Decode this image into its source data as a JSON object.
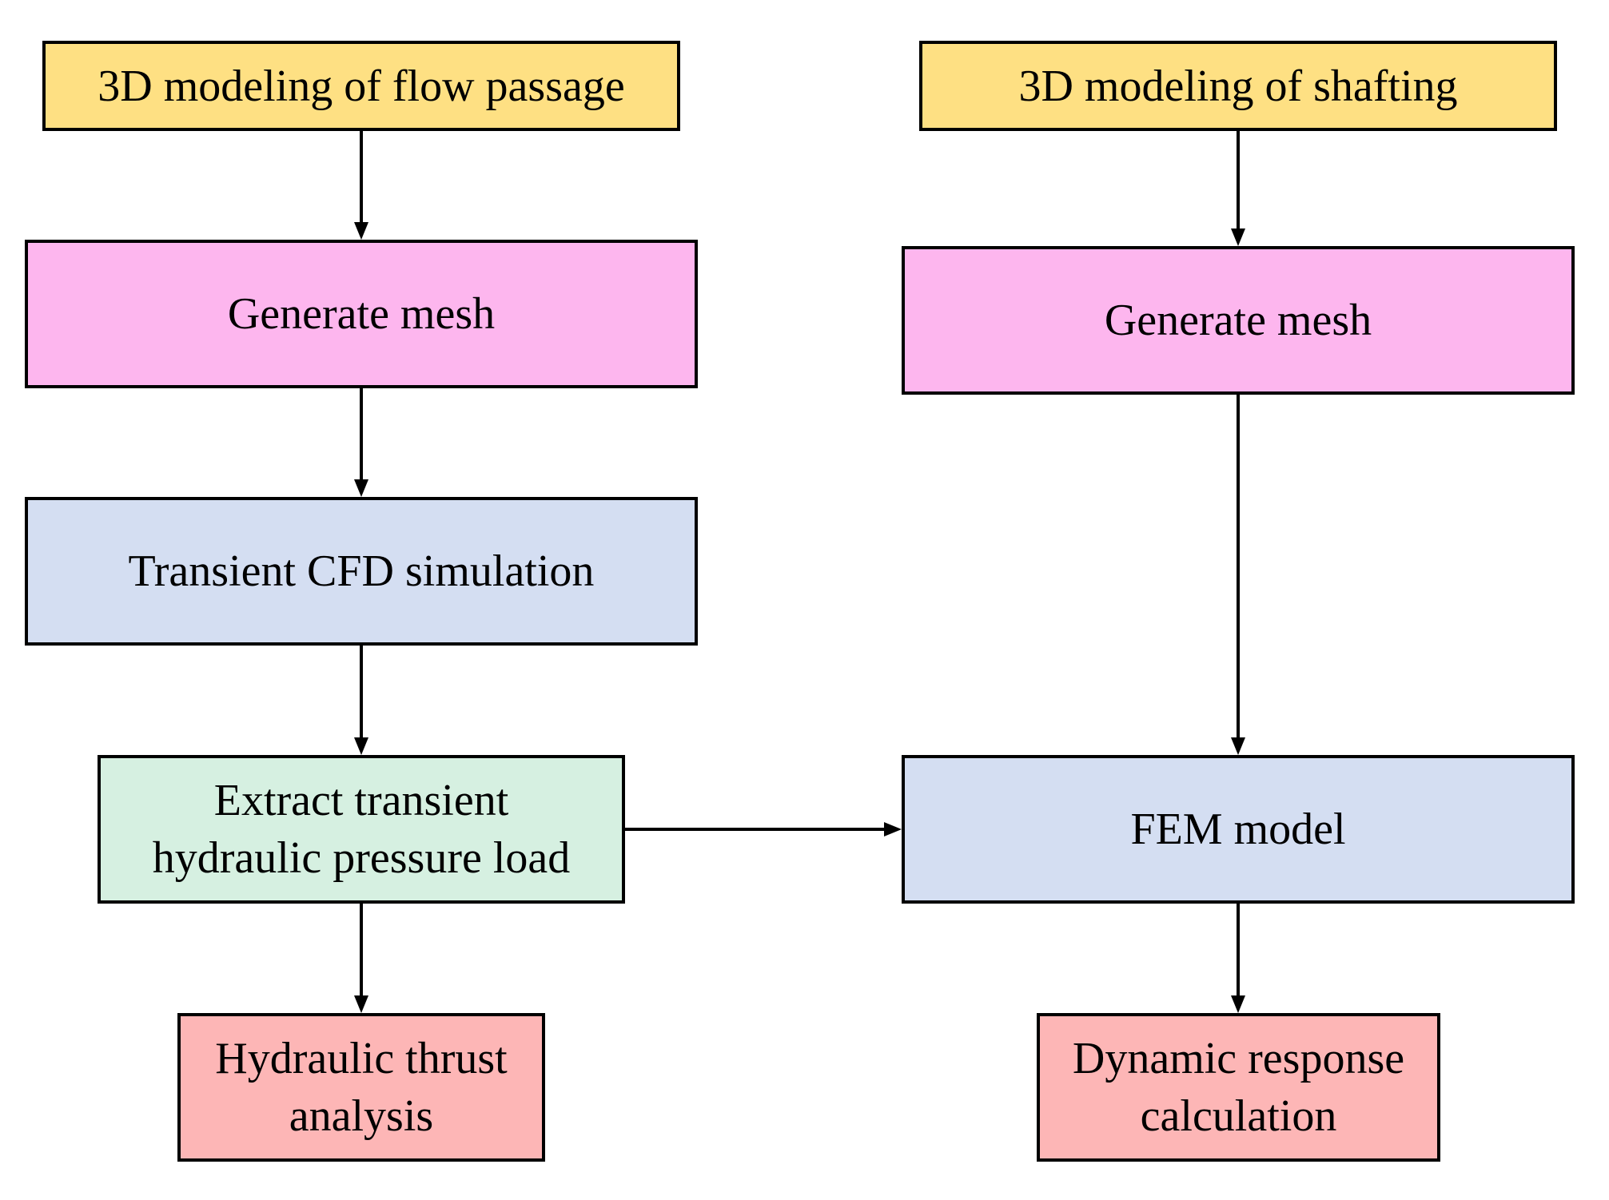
{
  "colors": {
    "modeling": "#FEE083",
    "mesh": "#FDB6EE",
    "simulation": "#D4DEF2",
    "extract": "#D6F0E1",
    "result": "#FDB6B6",
    "stroke": "#000000"
  },
  "nodes": {
    "flow_modeling": {
      "lines": [
        "3D modeling of flow passage"
      ]
    },
    "shaft_modeling": {
      "lines": [
        "3D modeling of shafting"
      ]
    },
    "mesh_left": {
      "lines": [
        "Generate mesh"
      ]
    },
    "mesh_right": {
      "lines": [
        "Generate mesh"
      ]
    },
    "cfd": {
      "lines": [
        "Transient CFD simulation"
      ]
    },
    "extract": {
      "lines": [
        "Extract transient",
        "hydraulic pressure load"
      ]
    },
    "fem": {
      "lines": [
        "FEM model"
      ]
    },
    "thrust": {
      "lines": [
        "Hydraulic thrust",
        "analysis"
      ]
    },
    "dynamic": {
      "lines": [
        "Dynamic response",
        "calculation"
      ]
    }
  },
  "edges": [
    {
      "from": "flow_modeling",
      "to": "mesh_left"
    },
    {
      "from": "mesh_left",
      "to": "cfd"
    },
    {
      "from": "cfd",
      "to": "extract"
    },
    {
      "from": "extract",
      "to": "thrust"
    },
    {
      "from": "extract",
      "to": "fem"
    },
    {
      "from": "shaft_modeling",
      "to": "mesh_right"
    },
    {
      "from": "mesh_right",
      "to": "fem"
    },
    {
      "from": "fem",
      "to": "dynamic"
    }
  ]
}
